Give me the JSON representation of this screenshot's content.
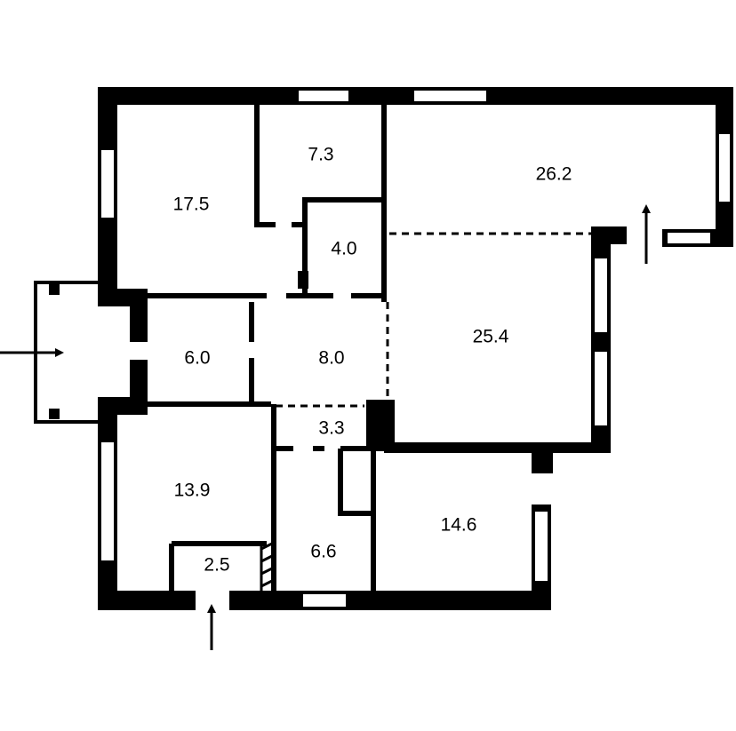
{
  "plan": {
    "wall_color": "#000000",
    "background": "#ffffff",
    "rooms": [
      {
        "id": "room-bedroom-top-left",
        "area": "17.5"
      },
      {
        "id": "room-top-small",
        "area": "7.3"
      },
      {
        "id": "room-closet",
        "area": "4.0"
      },
      {
        "id": "room-living-top-right",
        "area": "26.2"
      },
      {
        "id": "room-living-right",
        "area": "25.4"
      },
      {
        "id": "room-hall-small",
        "area": "6.0"
      },
      {
        "id": "room-hall-center",
        "area": "8.0"
      },
      {
        "id": "room-corridor",
        "area": "3.3"
      },
      {
        "id": "room-bedroom-bottom-left",
        "area": "13.9"
      },
      {
        "id": "room-storage",
        "area": "2.5"
      },
      {
        "id": "room-bath",
        "area": "6.6"
      },
      {
        "id": "room-bottom-right",
        "area": "14.6"
      }
    ],
    "entrances": [
      "left-entrance-arrow",
      "bottom-entrance-arrow",
      "right-entrance-arrow"
    ]
  }
}
